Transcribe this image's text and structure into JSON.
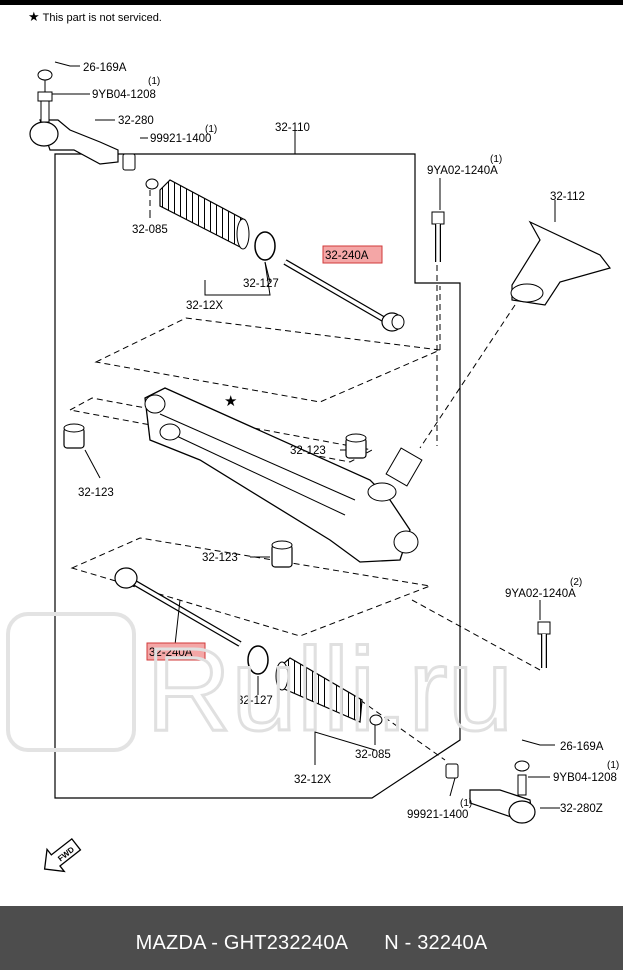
{
  "note": {
    "symbol": "★",
    "text": "This part is not serviced."
  },
  "labels": {
    "l_26_169A_top": "26-169A",
    "l_9YB04_top": "9YB04-1208",
    "q_9YB04_top": "(1)",
    "l_32_280": "32-280",
    "l_99921_top": "99921-1400",
    "q_99921_top": "(1)",
    "l_32_110": "32-110",
    "l_9YA02_top": "9YA02-1240A",
    "q_9YA02_top": "(1)",
    "l_32_112": "32-112",
    "l_32_085_top": "32-085",
    "l_32_240A_top": "32-240A",
    "l_32_127_top": "32-127",
    "l_32_12X_top": "32-12X",
    "l_32_123_right": "32-123",
    "l_32_123_left": "32-123",
    "l_32_123_mid": "32-123",
    "l_9YA02_bottom": "9YA02-1240A",
    "q_9YA02_bottom": "(2)",
    "l_32_240A_bottom": "32-240A",
    "l_32_127_bottom": "32-127",
    "l_32_085_bottom": "32-085",
    "l_32_12X_bottom": "32-12X",
    "l_26_169A_bottom": "26-169A",
    "l_9YB04_bottom": "9YB04-1208",
    "q_9YB04_bottom": "(1)",
    "l_99921_bottom": "99921-1400",
    "q_99921_bottom": "(1)",
    "l_32_280Z": "32-280Z",
    "fwd": "FWD",
    "star": "★"
  },
  "footer": {
    "part_info": "MAZDA - GHT232240A",
    "ref": "N - 32240A"
  },
  "watermark": "Rulli.ru",
  "colors": {
    "highlight_fill": "#f4a6a6",
    "highlight_border": "#d13a3a",
    "footer_bg": "#4d4d4d"
  }
}
